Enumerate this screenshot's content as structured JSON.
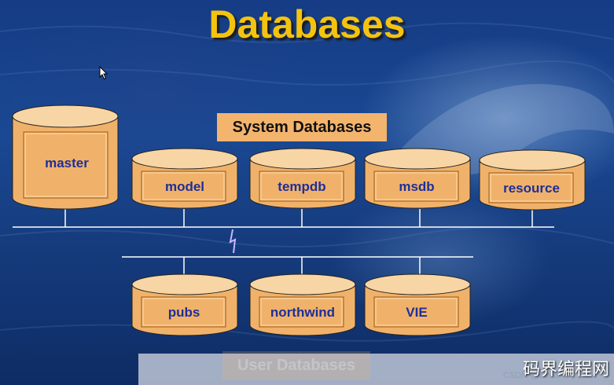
{
  "title": "Databases",
  "system_label": "System Databases",
  "user_label": "User Databases",
  "system_databases": [
    "master",
    "model",
    "tempdb",
    "msdb",
    "resource"
  ],
  "user_databases": [
    "pubs",
    "northwind",
    "VIE"
  ],
  "watermark": "码界编程网",
  "csdn": "CSDN @weixin",
  "colors": {
    "title": "#f4c30f",
    "cylinder": "#f0b26a",
    "cylinder_top": "#f8d5a4",
    "label_box": "#f3b46d",
    "db_text": "#1d2f9a",
    "connector": "#ffffff"
  }
}
